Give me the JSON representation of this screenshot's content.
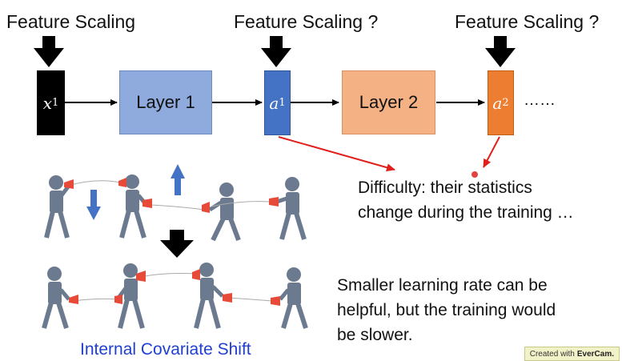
{
  "labels": {
    "feature_scaling_1": "Feature Scaling",
    "feature_scaling_2": "Feature Scaling ?",
    "feature_scaling_3": "Feature Scaling ?"
  },
  "nodes": {
    "x1_base": "x",
    "x1_sup": "1",
    "layer1": "Layer 1",
    "a1_base": "a",
    "a1_sup": "1",
    "layer2": "Layer 2",
    "a2_base": "a",
    "a2_sup": "2",
    "ellipsis": "……"
  },
  "difficulty": {
    "line1": "Difficulty: their statistics",
    "line2": "change during the training …"
  },
  "note": {
    "line1": "Smaller learning rate can be",
    "line2": "helpful, but the training would",
    "line3": "be slower."
  },
  "caption": "Internal Covariate Shift",
  "watermark": {
    "prefix": "Created with",
    "brand": "EverCam."
  },
  "colors": {
    "x1_box": "#000000",
    "layer1_box": "#8faadc",
    "a1_box": "#4472c4",
    "layer2_box": "#f4b183",
    "a2_box": "#ed7d31",
    "red_arrow": "#e0201c",
    "caption_blue": "#1f3fd0",
    "figure_gray": "#6b7a8f"
  }
}
